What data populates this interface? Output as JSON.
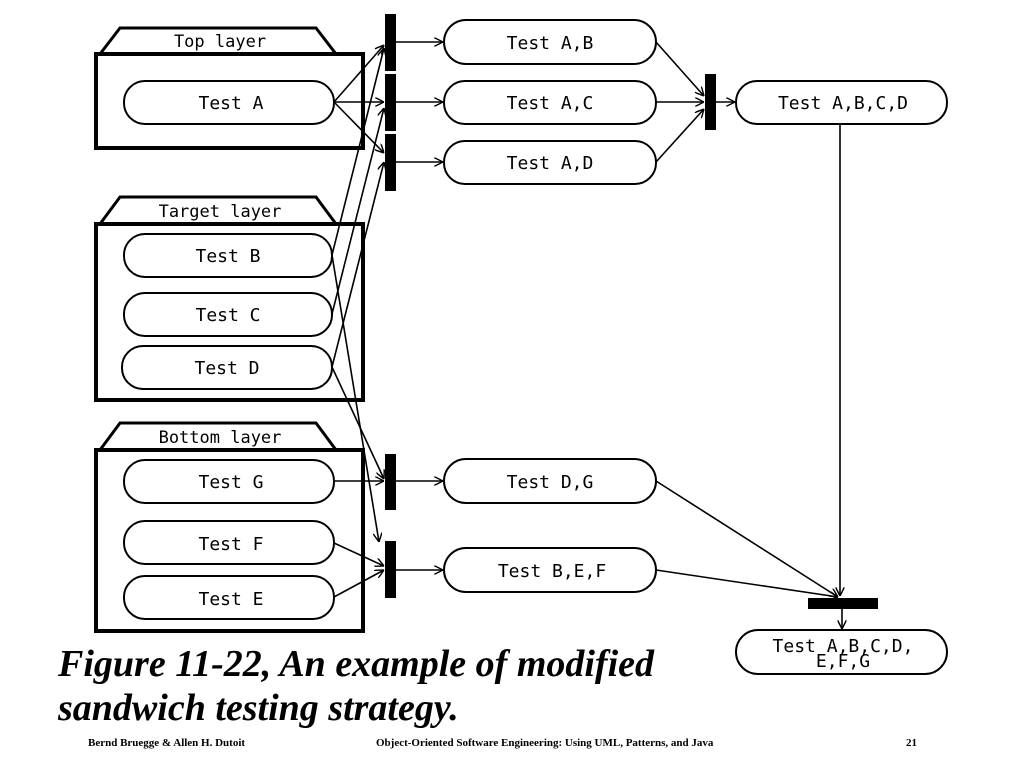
{
  "layers": {
    "top": "Top layer",
    "target": "Target layer",
    "bottom": "Bottom layer"
  },
  "tests": {
    "a": "Test A",
    "b": "Test B",
    "c": "Test C",
    "d": "Test D",
    "g": "Test G",
    "f": "Test F",
    "e": "Test E",
    "ab": "Test A,B",
    "ac": "Test A,C",
    "ad": "Test A,D",
    "abcd": "Test A,B,C,D",
    "dg": "Test D,G",
    "bef": "Test B,E,F",
    "all_line1": "Test A,B,C,D,",
    "all_line2": "E,F,G"
  },
  "caption": {
    "line1": "Figure 11-22, An example of modified",
    "line2": "sandwich testing strategy."
  },
  "footer": {
    "authors": "Bernd Bruegge & Allen H. Dutoit",
    "book": "Object-Oriented Software Engineering: Using UML, Patterns, and Java",
    "page": "21"
  }
}
